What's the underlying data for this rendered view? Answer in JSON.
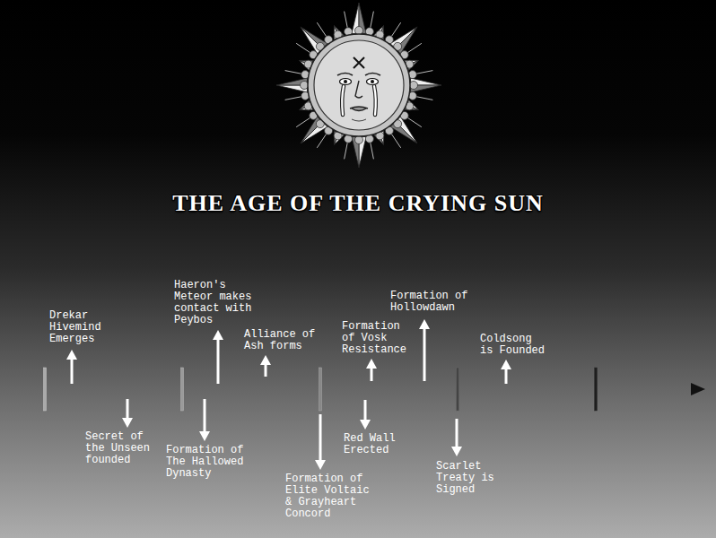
{
  "diagram": {
    "title": "THE AGE OF THE CRYING SUN",
    "labels": [
      "Drekar Hivemind Emerges",
      "Secret of the Unseen founded",
      "Haeron's Meteor makes contact with Peybos",
      "Formation of The Hallowed Dynasty",
      "Alliance of Ash forms",
      "Formation of Elite Voltaic & Grayheart Concord",
      "Formation of Vosk Resistance",
      "Red Wall Erected",
      "Formation of Hollowdawn",
      "Scarlet Treaty is Signed",
      "Coldsong is Founded"
    ]
  }
}
